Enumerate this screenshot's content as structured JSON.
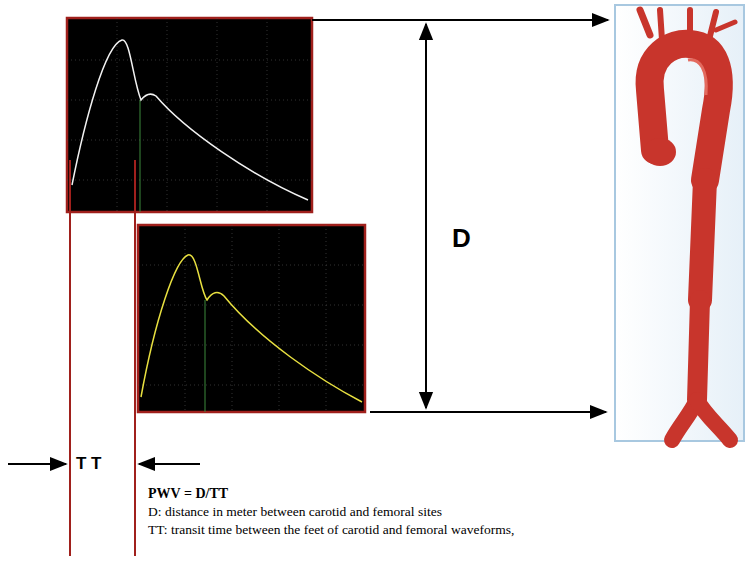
{
  "diagram": {
    "labels": [
      "D",
      "T T",
      "PWV = D/TT",
      "D: distance in meter between carotid and femoral sites",
      "TT: transit time between the feet of carotid and femoral waveforms,"
    ]
  }
}
